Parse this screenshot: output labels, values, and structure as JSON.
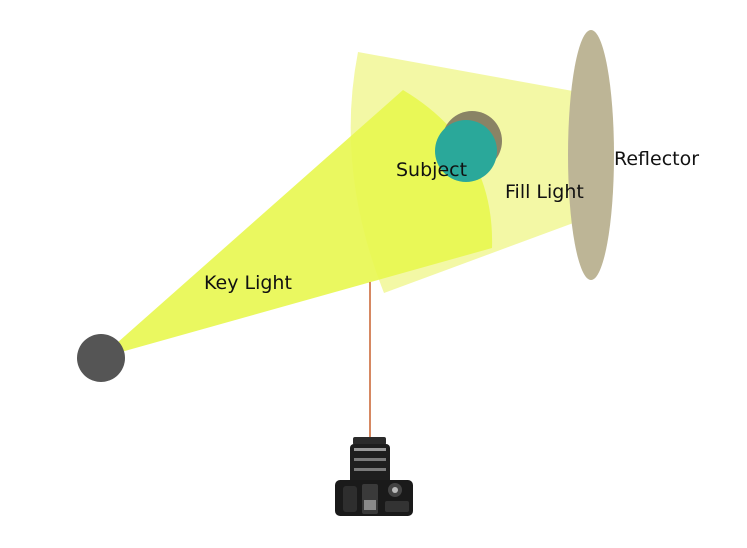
{
  "labels": {
    "subject": "Subject",
    "reflector": "Reflector",
    "fill_light": "Fill Light",
    "key_light": "Key Light"
  },
  "colors": {
    "fill_beam": "#f2f8a0",
    "key_beam": "#eaf85a",
    "subject": "#2aa89a",
    "subject_shadow": "#8a8365",
    "reflector": "#bdb596",
    "light_source": "#555555",
    "camera_line": "#c8602e",
    "camera_body": "#1e1e1e"
  },
  "icons": {
    "light_source": "light-source-icon",
    "camera": "camera-icon"
  }
}
